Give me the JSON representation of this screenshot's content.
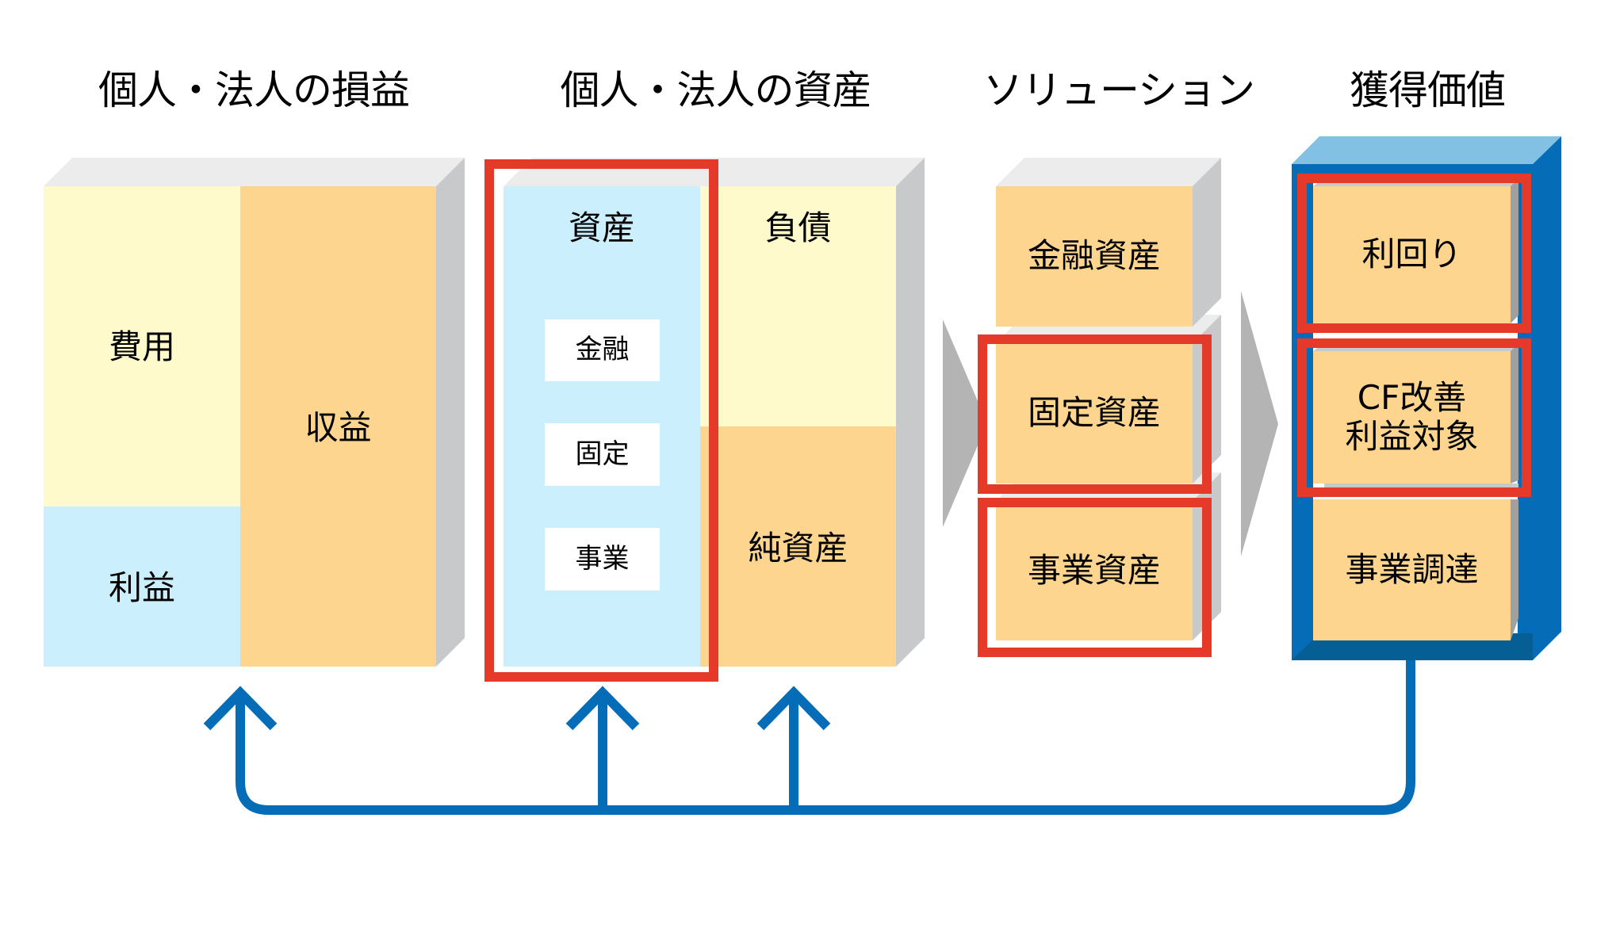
{
  "headings": {
    "pl": "個人・法人の損益",
    "bs": "個人・法人の資産",
    "solution": "ソリューション",
    "value": "獲得価値"
  },
  "pl_box": {
    "expense": "費用",
    "profit": "利益",
    "revenue": "収益"
  },
  "bs_box": {
    "assets": "資産",
    "asset_items": [
      "金融",
      "固定",
      "事業"
    ],
    "liabilities": "負債",
    "net_assets": "純資産"
  },
  "solutions": [
    {
      "label": "金融資産",
      "highlighted": false
    },
    {
      "label": "固定資産",
      "highlighted": true
    },
    {
      "label": "事業資産",
      "highlighted": true
    }
  ],
  "values": [
    {
      "label": "利回り",
      "highlighted": true
    },
    {
      "label": "CF改善",
      "label2": "利益対象",
      "highlighted": true
    },
    {
      "label": "事業調達",
      "highlighted": false
    }
  ],
  "colors": {
    "yellow": "#fffacb",
    "orange": "#fdd58f",
    "light_blue": "#cbeffd",
    "top_face": "#ececec",
    "side_face": "#c8c9cb",
    "chevron": "#b4b4b4",
    "highlight_red": "#e5392a",
    "frame_blue": "#056db8",
    "frame_blue_top": "#82c0e4",
    "frame_blue_dark": "#055e94",
    "connector_blue": "#056db8"
  }
}
